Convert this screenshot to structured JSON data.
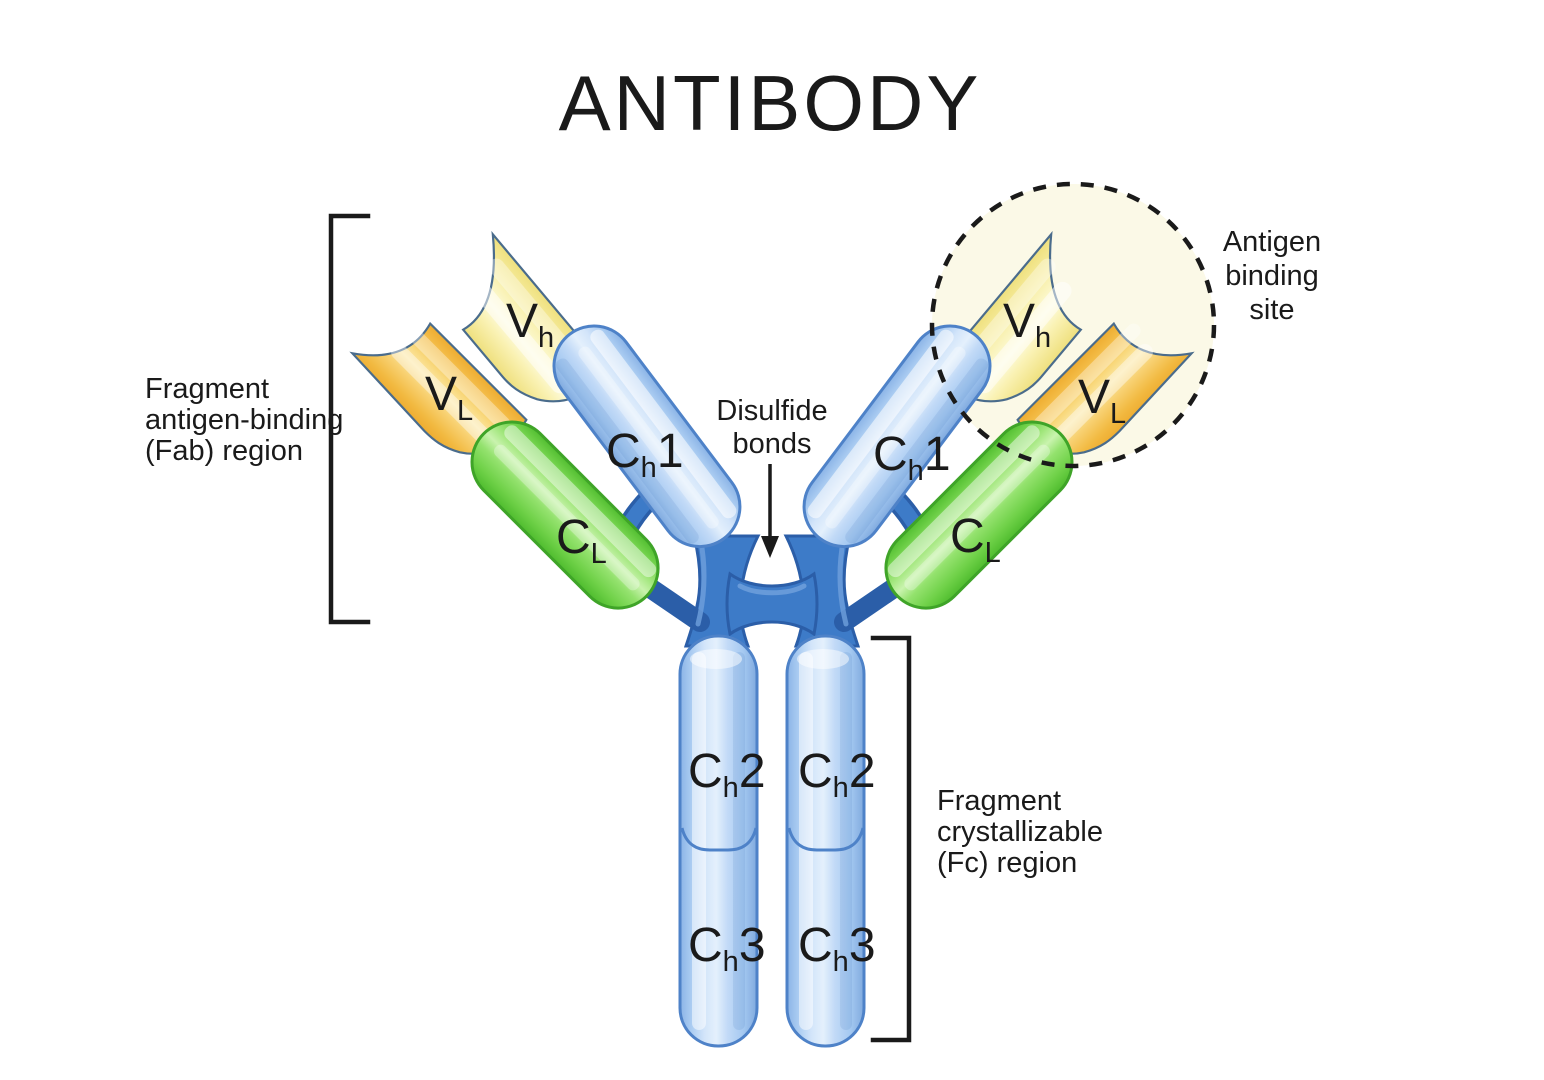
{
  "title": "ANTIBODY",
  "annotations": {
    "fab_region": {
      "lines": [
        "Fragment",
        "antigen-binding",
        "(Fab) region"
      ]
    },
    "fc_region": {
      "lines": [
        "Fragment",
        "crystallizable",
        "(Fc) region"
      ]
    },
    "disulfide_bonds": {
      "lines": [
        "Disulfide",
        "bonds"
      ]
    },
    "antigen_binding_site": {
      "lines": [
        "Antigen",
        "binding",
        "site"
      ]
    }
  },
  "domain_labels": {
    "vh": {
      "base": "V",
      "sub": "h"
    },
    "vl": {
      "base": "V",
      "sub": "L"
    },
    "ch1": {
      "base": "C",
      "sub": "h",
      "suffix": "1"
    },
    "cl": {
      "base": "C",
      "sub": "L"
    },
    "ch2": {
      "base": "C",
      "sub": "h",
      "suffix": "2"
    },
    "ch3": {
      "base": "C",
      "sub": "h",
      "suffix": "3"
    }
  },
  "colors": {
    "background": "#FFFFFF",
    "text": "#1A1A1A",
    "heavy_chain_blue": "#AECDF2",
    "heavy_chain_outline": "#4E82C8",
    "hinge_blue": "#3D7BC8",
    "hinge_outline": "#2B5EA8",
    "light_chain_constant_green": "#7FD95A",
    "green_outline": "#3FA428",
    "light_chain_variable_orange": "#F6C859",
    "heavy_chain_variable_yellow": "#F8F0A8",
    "flag_outline": "#4A6C8C",
    "antigen_site_fill": "#FBF9E7"
  }
}
